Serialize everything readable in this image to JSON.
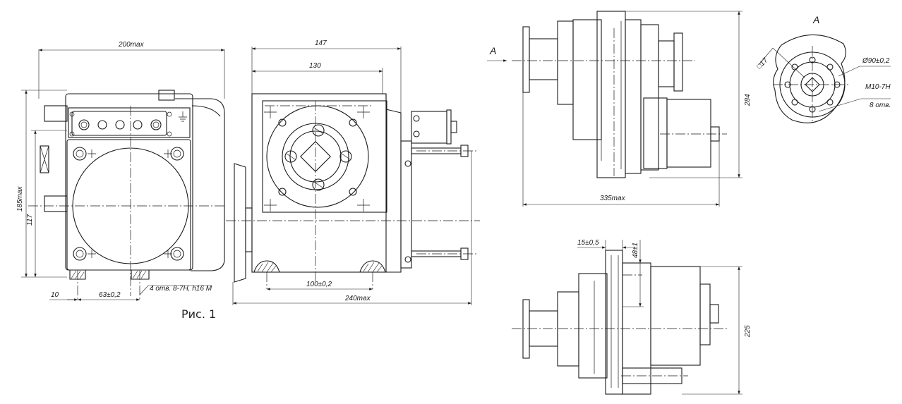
{
  "caption": "Рис. 1",
  "view_label_a": "A",
  "dimensions": {
    "d200max": "200max",
    "d185max": "185max",
    "d117": "117",
    "d10": "10",
    "d63": "63±0,2",
    "d_holes": "4 отв. 8-7H, h16  M",
    "d147": "147",
    "d130": "130",
    "d100": "100±0,2",
    "d240max": "240max",
    "d284": "284",
    "d335max": "335max",
    "d15": "15±0,5",
    "d48": "48±1",
    "d225": "225",
    "d_sq17": "□17",
    "d_dia90": "Ø90±0,2",
    "d_m10": "M10-7H",
    "d_8holes": "8 отв."
  }
}
